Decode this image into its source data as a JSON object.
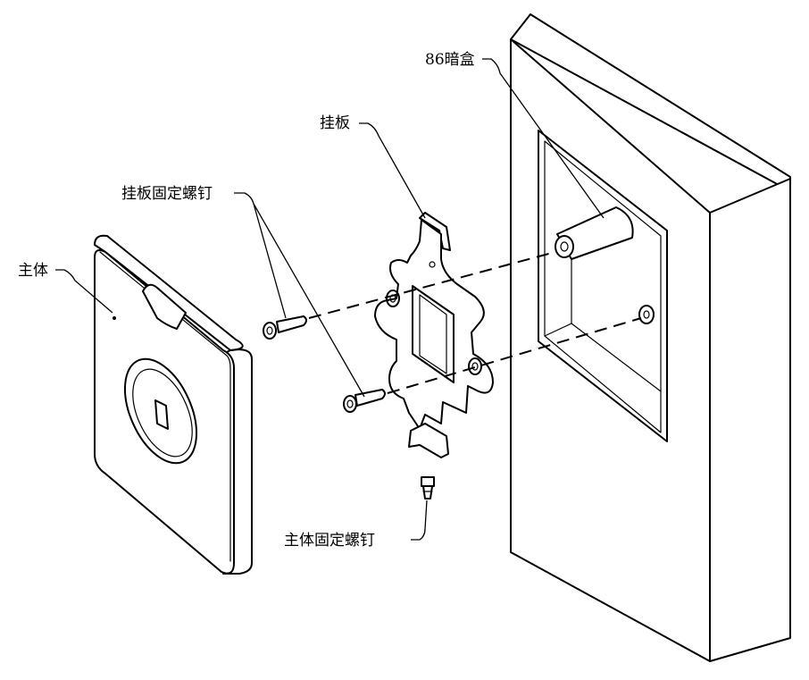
{
  "labels": {
    "box": "86暗盒",
    "plate": "挂板",
    "plate_screws": "挂板固定螺钉",
    "body": "主体",
    "body_screw": "主体固定螺钉"
  }
}
